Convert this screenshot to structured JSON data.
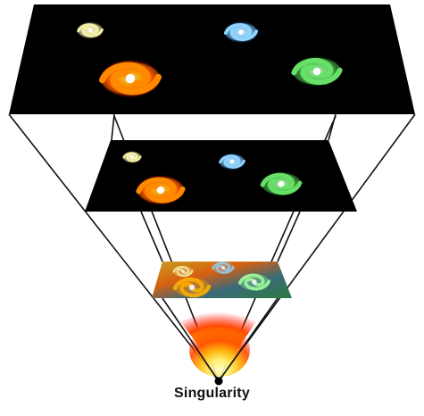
{
  "label": "Singularity",
  "colors": {
    "background": "#ffffff",
    "plane": "#000000",
    "edges": "#111111",
    "galaxy_yellow": "#f4f0a8",
    "galaxy_blue": "#8fd3ff",
    "galaxy_orange": "#ff8a00",
    "galaxy_green": "#66e066",
    "burst_core": "#fff6a0",
    "burst_outer": "#ff1a00"
  },
  "icons": [
    "spiral-galaxy",
    "big-bang-burst",
    "singularity-point"
  ]
}
